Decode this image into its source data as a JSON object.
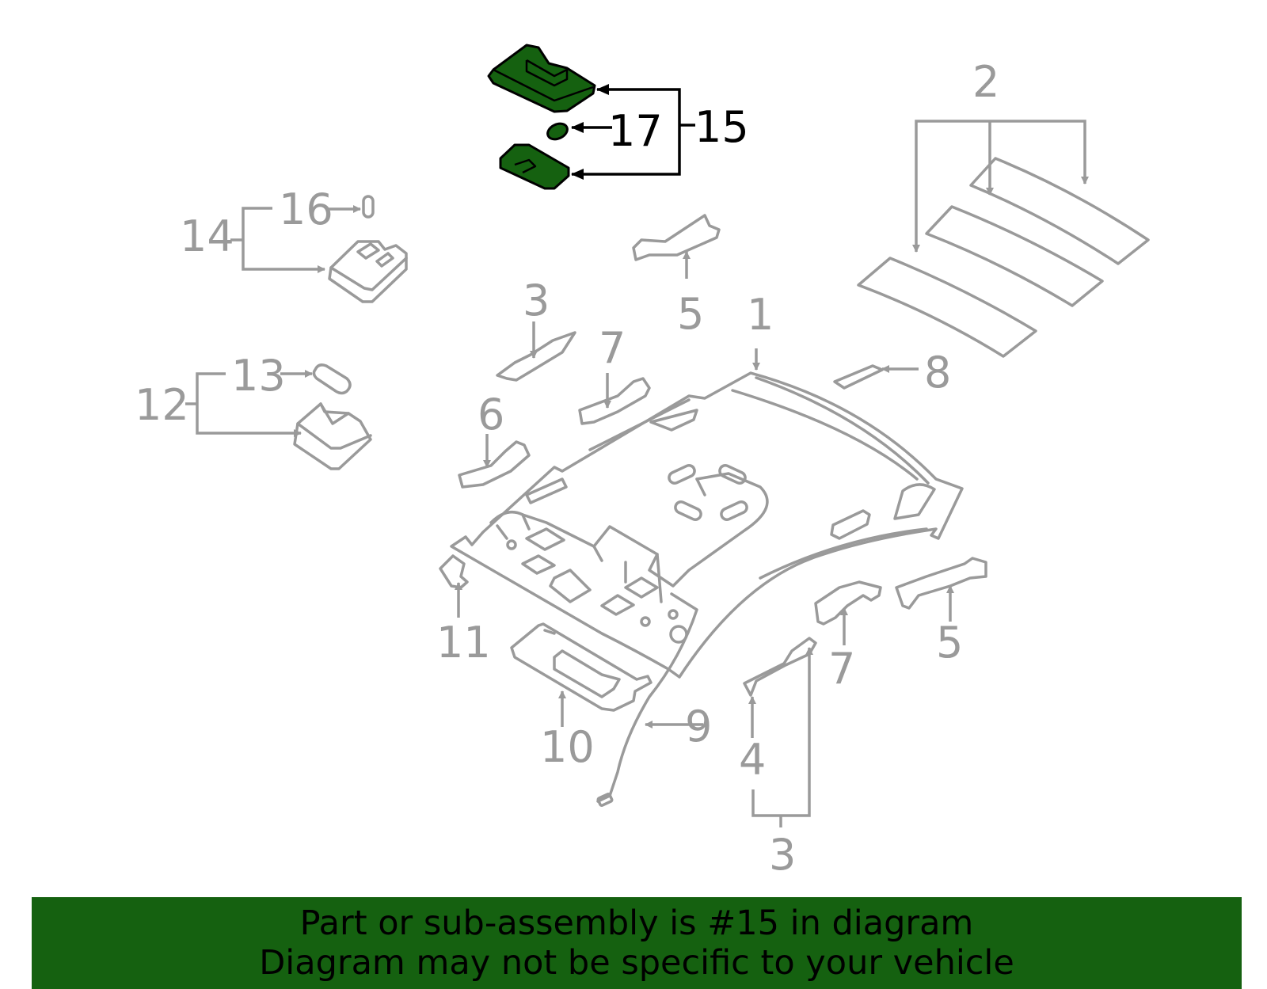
{
  "callouts": {
    "c1": "1",
    "c2": "2",
    "c3a": "3",
    "c3b": "3",
    "c4": "4",
    "c5a": "5",
    "c5b": "5",
    "c6": "6",
    "c7a": "7",
    "c7b": "7",
    "c8": "8",
    "c9": "9",
    "c10": "10",
    "c11": "11",
    "c12": "12",
    "c13": "13",
    "c14": "14",
    "c15": "15",
    "c16": "16",
    "c17": "17"
  },
  "highlight": {
    "part_number": "15",
    "color": "#156110"
  },
  "banner": {
    "line1": "Part or sub-assembly is #15 in diagram",
    "line2": "Diagram may not be specific to your vehicle"
  },
  "colors": {
    "diagram_gray": "#9a9a9a",
    "highlight_green": "#156110",
    "text_black": "#000000"
  }
}
